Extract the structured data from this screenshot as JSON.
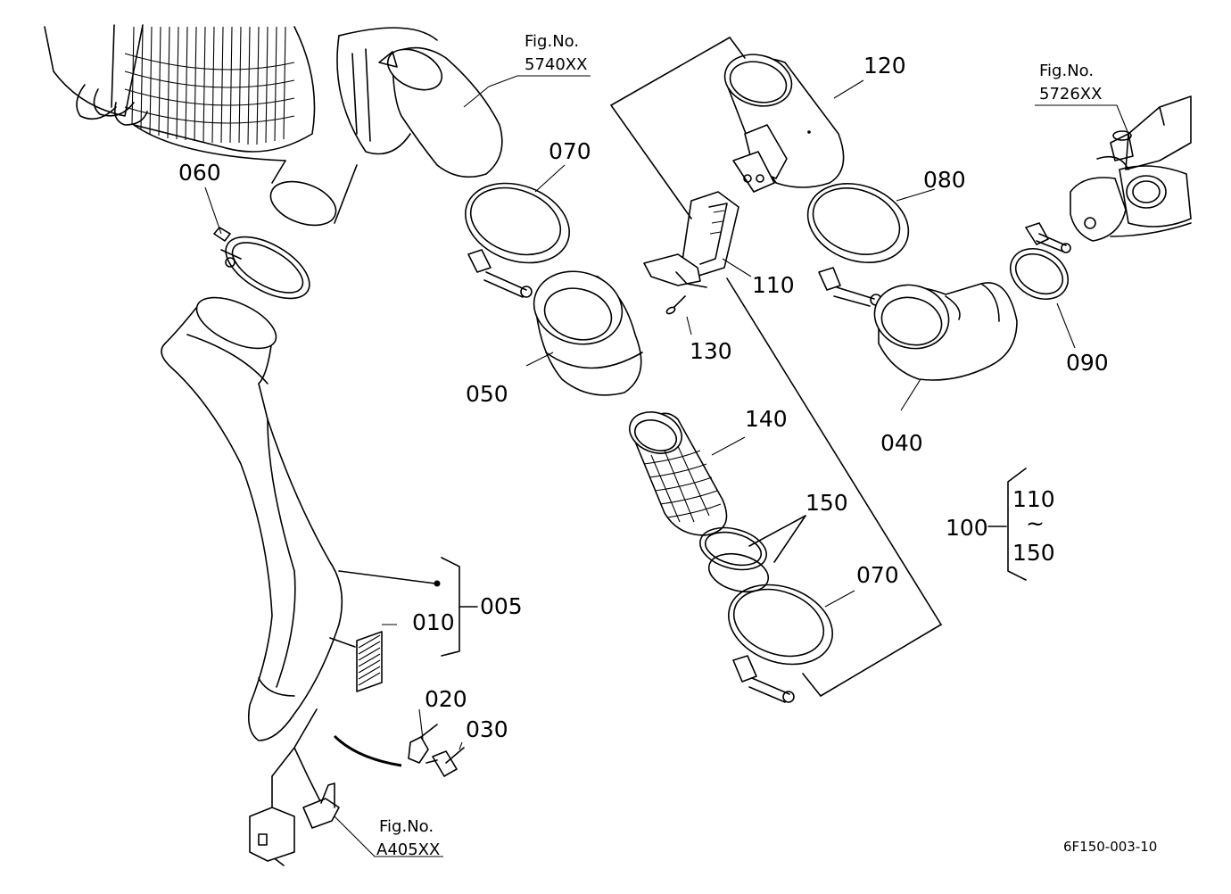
{
  "parts": {
    "p005": "005",
    "p010": "010",
    "p020": "020",
    "p030": "030",
    "p040": "040",
    "p050": "050",
    "p060": "060",
    "p070a": "070",
    "p070b": "070",
    "p080": "080",
    "p090": "090",
    "p100": "100",
    "p110a": "110",
    "p110b": "110",
    "p120": "120",
    "p130": "130",
    "p140": "140",
    "p150a": "150",
    "p150b": "150",
    "tilde": "~"
  },
  "figrefs": {
    "r1": {
      "label": "Fig.No.",
      "number": "5740XX"
    },
    "r2": {
      "label": "Fig.No.",
      "number": "5726XX"
    },
    "r3": {
      "label": "Fig.No.",
      "number": "A405XX"
    }
  },
  "diagram_code": "6F150-003-10"
}
